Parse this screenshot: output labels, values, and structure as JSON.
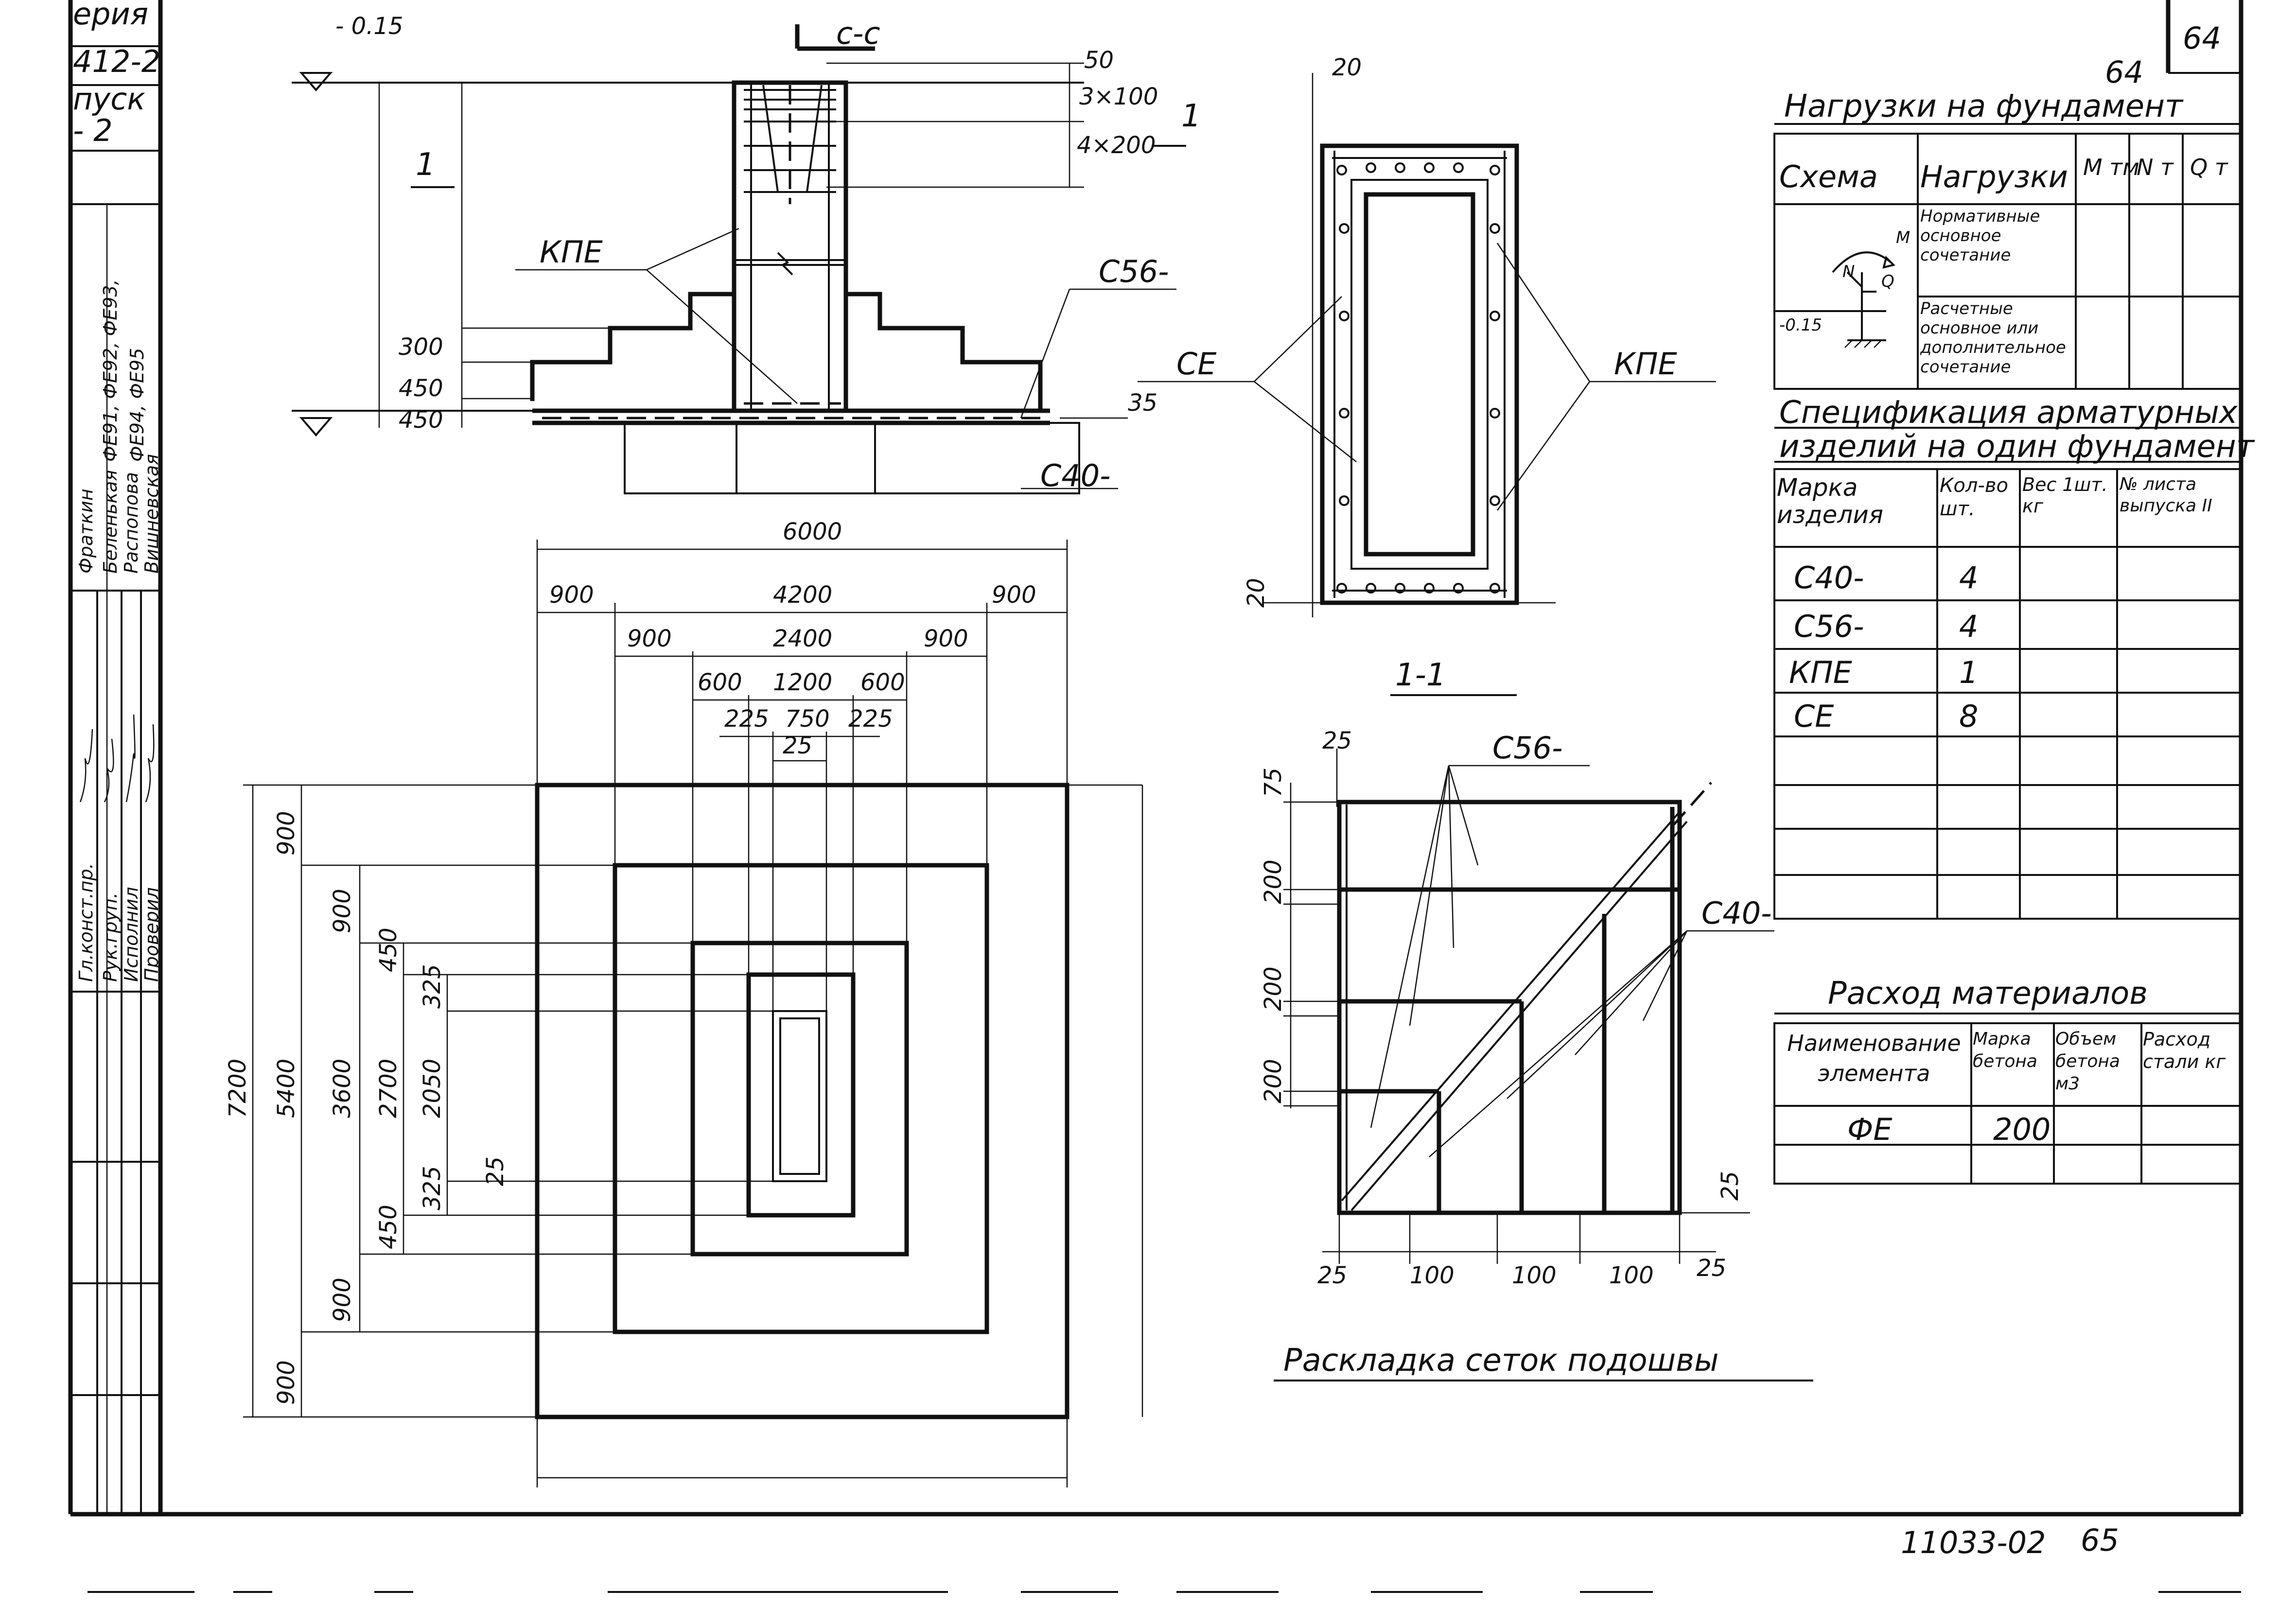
{
  "title_block": {
    "series_label": "ерия",
    "series_value": "412-2",
    "issue_label": "пуск",
    "issue_value": "- 2",
    "codes_line1": "ФЕ91, ФЕ92, ФЕ93,",
    "codes_line2": "ФЕ94, ФЕ95",
    "roles": [
      "Гл.конст.пр.",
      "Рук.груп.",
      "Исполнил",
      "Проверил"
    ],
    "names": [
      "Фраткин",
      "Беленькая",
      "Распопова",
      "Вишневская"
    ]
  },
  "section_cc": {
    "title": "с-с",
    "level_top": "- 0.15",
    "dims_right": [
      "50",
      "3×100",
      "4×200"
    ],
    "dims_left": [
      "300",
      "450",
      "450"
    ],
    "dim_35": "35",
    "cut_mark": "1",
    "labels": {
      "kpe": "КПЕ",
      "c56": "С56-",
      "c40": "С40-"
    }
  },
  "section_11": {
    "title": "1-1",
    "dim_top": "20",
    "dim_bottom": "20",
    "label_ce": "СЕ",
    "label_kpe": "КПЕ"
  },
  "plan": {
    "dims_horizontal": [
      [
        "6000"
      ],
      [
        "900",
        "4200",
        "900"
      ],
      [
        "900",
        "2400",
        "900"
      ],
      [
        "600",
        "1200",
        "600"
      ],
      [
        "225",
        "750",
        "225"
      ],
      [
        "25"
      ]
    ],
    "dims_vertical_outer": [
      "7200"
    ],
    "dims_vertical_2": [
      "5400"
    ],
    "dims_vertical_3": [
      "3600"
    ],
    "dims_vertical_4": [
      "2700"
    ],
    "dims_vertical_5": [
      "2050"
    ],
    "dims_vertical_left": [
      "900",
      "900",
      "450",
      "325",
      "325",
      "450",
      "900",
      "900"
    ],
    "dim_25": "25"
  },
  "mesh_layout": {
    "title": "Раскладка сеток подошвы",
    "label_c56": "С56-",
    "label_c40": "С40-",
    "dims_left": [
      "75",
      "200",
      "200",
      "200"
    ],
    "dims_bottom": [
      "25",
      "100",
      "100",
      "100",
      "25"
    ],
    "dim_top": "25",
    "dim_right": "25"
  },
  "loads_table": {
    "page_top": "64",
    "page_corner": "64",
    "title": "Нагрузки на фундамент",
    "headers": [
      "Схема",
      "Нагрузки",
      "М тм",
      "N т",
      "Q т"
    ],
    "rows": [
      [
        "Нормативные основное сочетание",
        "",
        "",
        ""
      ],
      [
        "Расчетные основное или дополнительное сочетание",
        "",
        "",
        ""
      ]
    ],
    "scheme_labels": {
      "m": "M",
      "n": "N",
      "q": "Q",
      "level": "-0.15"
    }
  },
  "spec_table": {
    "title_line1": "Спецификация арматурных",
    "title_line2": "изделий на один фундамент",
    "headers": [
      "Марка изделия",
      "Кол-во шт.",
      "Вес 1шт. кг",
      "№ листа выпуска II"
    ],
    "rows": [
      [
        "С40-",
        "4",
        "",
        ""
      ],
      [
        "С56-",
        "4",
        "",
        ""
      ],
      [
        "КПЕ",
        "1",
        "",
        ""
      ],
      [
        "СЕ",
        "8",
        "",
        ""
      ]
    ],
    "empty_rows": 4
  },
  "materials_table": {
    "title": "Расход материалов",
    "headers": [
      "Наименование элемента",
      "Марка бетона",
      "Объем бетона м3",
      "Расход стали кг"
    ],
    "rows": [
      [
        "ФЕ",
        "200",
        "",
        ""
      ]
    ]
  },
  "footer": {
    "doc_code": "11033-02",
    "page": "65"
  }
}
